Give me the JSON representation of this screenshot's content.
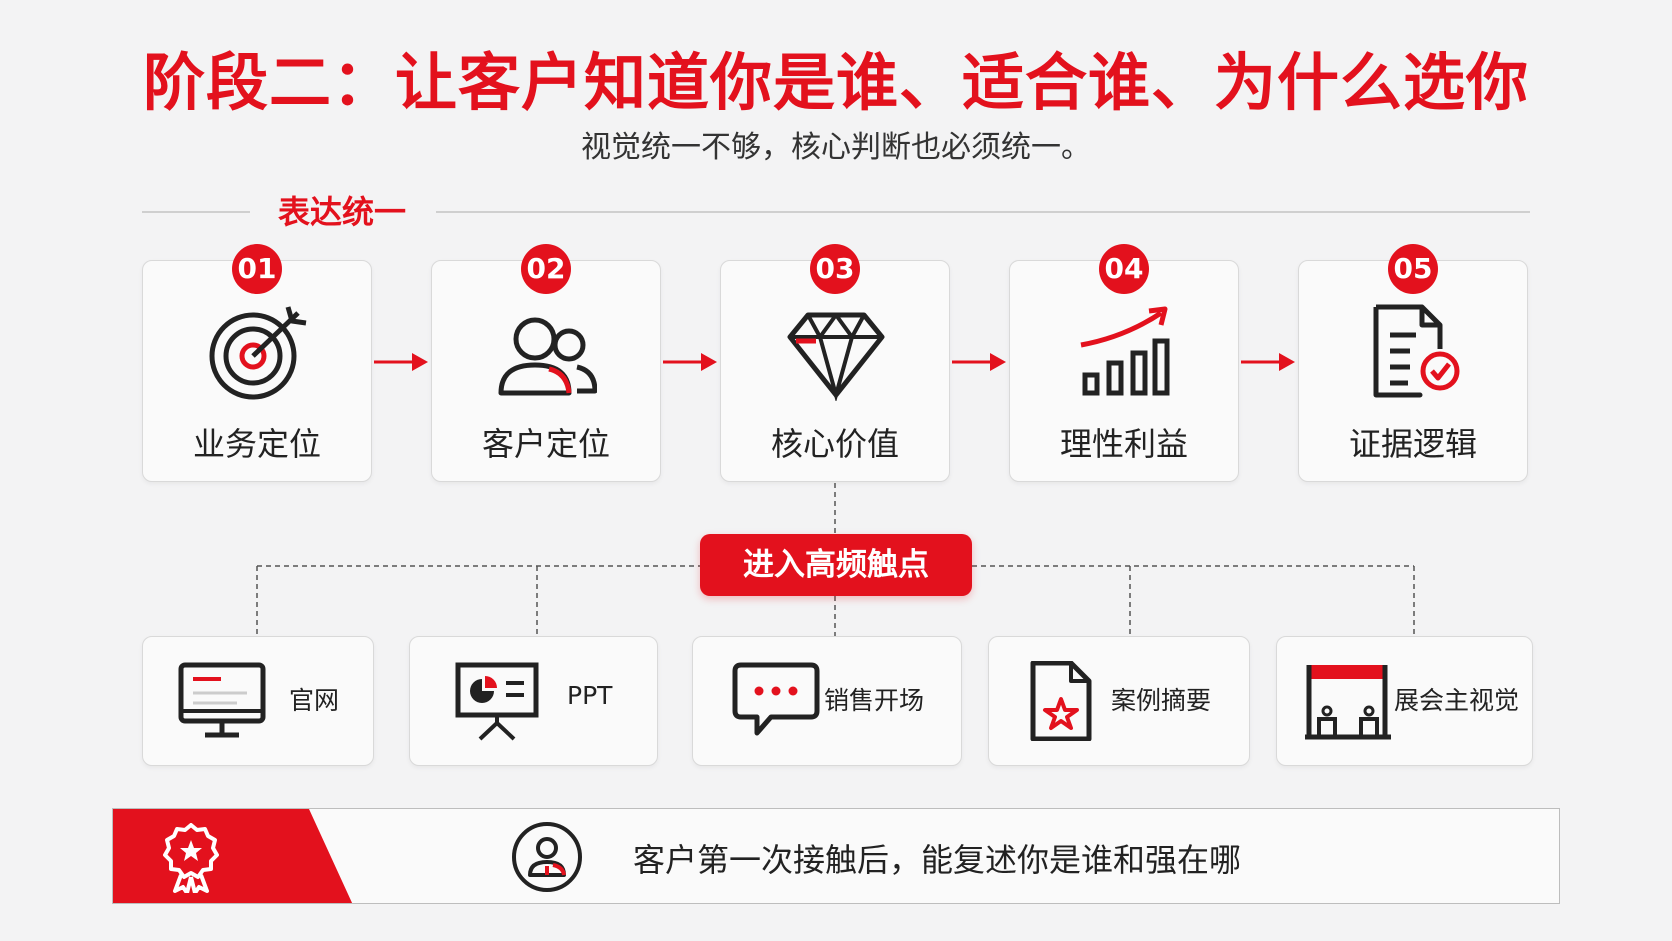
{
  "title": "阶段二：让客户知道你是谁、适合谁、为什么选你",
  "subtitle": "视觉统一不够，核心判断也必须统一。",
  "section_label": "表达统一",
  "steps": [
    {
      "num": "01",
      "label": "业务定位",
      "icon": "target-icon"
    },
    {
      "num": "02",
      "label": "客户定位",
      "icon": "users-icon"
    },
    {
      "num": "03",
      "label": "核心价值",
      "icon": "diamond-icon"
    },
    {
      "num": "04",
      "label": "理性利益",
      "icon": "growth-chart-icon"
    },
    {
      "num": "05",
      "label": "证据逻辑",
      "icon": "verified-document-icon"
    }
  ],
  "touchpoint_title": "进入高频触点",
  "touchpoints": [
    {
      "label": "官网",
      "icon": "monitor-icon"
    },
    {
      "label": "PPT",
      "icon": "presentation-icon"
    },
    {
      "label": "销售开场",
      "icon": "chat-bubble-icon"
    },
    {
      "label": "案例摘要",
      "icon": "star-document-icon"
    },
    {
      "label": "展会主视觉",
      "icon": "booth-icon"
    }
  ],
  "bottom_text": "客户第一次接触后，能复述你是谁和强在哪",
  "colors": {
    "accent": "#e3111d",
    "text": "#222222",
    "background": "#f3f3f4"
  }
}
